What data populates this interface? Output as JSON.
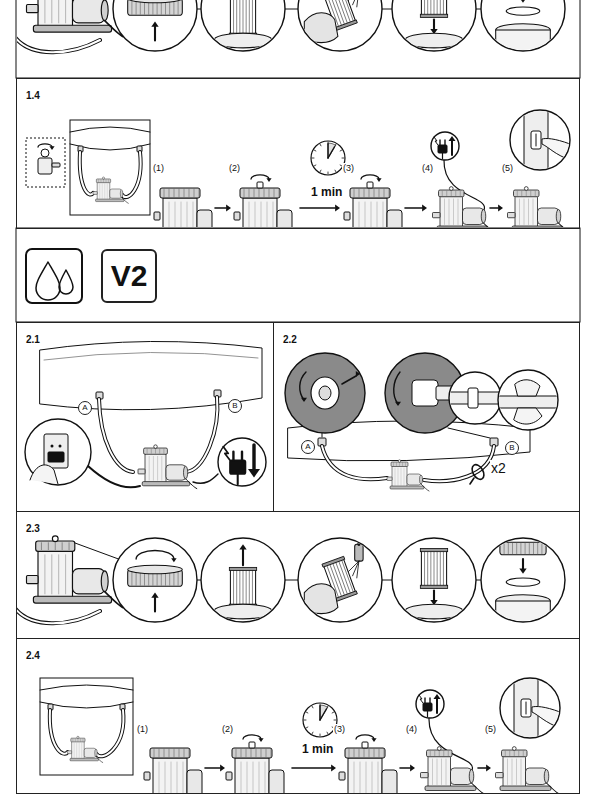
{
  "diagram": {
    "nodes": [
      {
        "text": [
          "1.4"
        ]
      },
      {
        "text": [
          "V2"
        ]
      },
      {
        "text": [
          "2.1"
        ]
      },
      {
        "text": [
          "A"
        ],
        "in": 2
      },
      {
        "text": [
          "B"
        ],
        "in": 2
      },
      {
        "text": [
          "2.2"
        ]
      },
      {
        "text": [
          "A"
        ],
        "in": 5
      },
      {
        "text": [
          "B"
        ],
        "in": 5
      },
      {
        "text": [
          "2.3"
        ]
      },
      {
        "text": [
          "2.4"
        ]
      }
    ],
    "labels": [
      "(1)",
      "(2)",
      "1 min",
      "(3)",
      "(4)",
      "(5)",
      "x2",
      "(1)",
      "(2)",
      "1 min",
      "(3)",
      "(4)",
      "(5)"
    ]
  }
}
